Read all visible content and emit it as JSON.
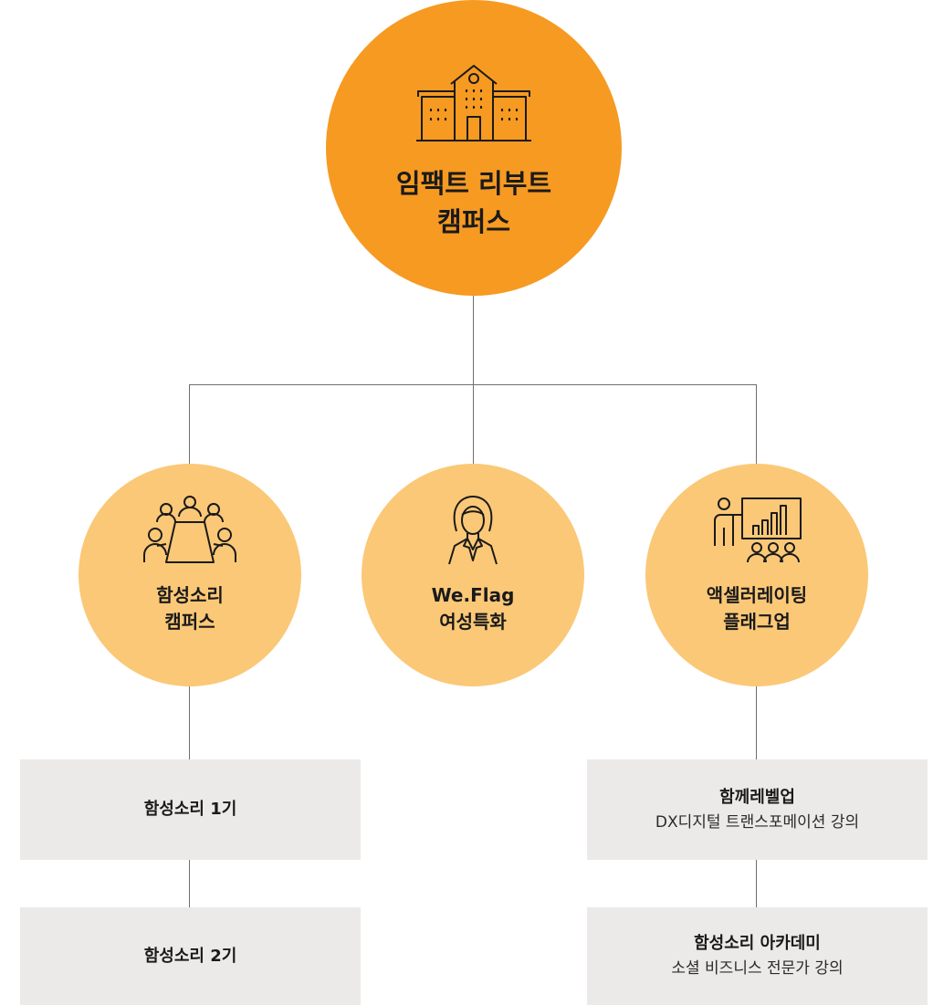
{
  "root": {
    "title_line1": "임팩트 리부트",
    "title_line2": "캠퍼스",
    "icon": "building-icon"
  },
  "branches": [
    {
      "title_line1": "함성소리",
      "title_line2": "캠퍼스",
      "icon": "meeting-table-icon"
    },
    {
      "title_line1": "We.Flag",
      "title_line2": "여성특화",
      "icon": "businesswoman-icon"
    },
    {
      "title_line1": "액셀러레이팅",
      "title_line2": "플래그업",
      "icon": "presentation-icon"
    }
  ],
  "programs": [
    {
      "title": "함성소리 1기",
      "subtitle": ""
    },
    {
      "title": "함성소리 2기",
      "subtitle": ""
    },
    {
      "title": "함께레벨업",
      "subtitle": "DX디지털 트랜스포메이션 강의"
    },
    {
      "title": "함성소리 아카데미",
      "subtitle": "소셜 비즈니스 전문가 강의"
    }
  ],
  "colors": {
    "root": "#f69a22",
    "branch": "#fbc877",
    "box": "#ebeae8",
    "line": "#6f6f6f"
  }
}
